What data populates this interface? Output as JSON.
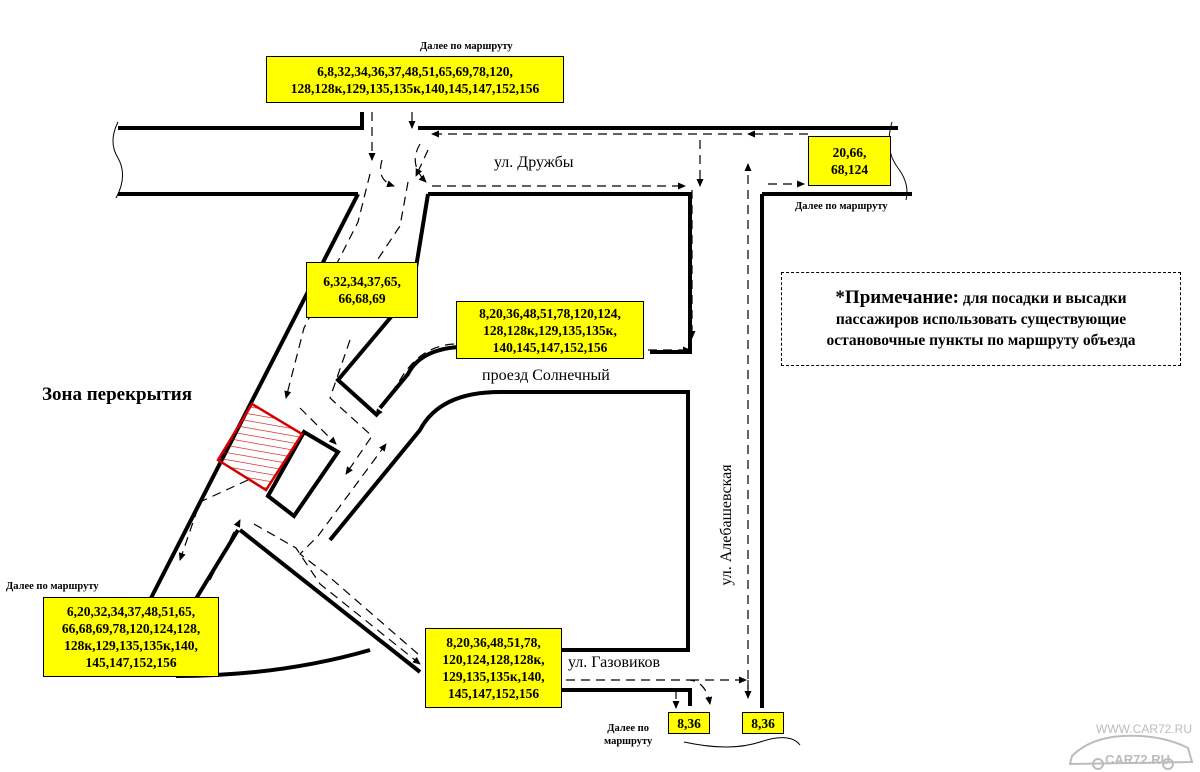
{
  "labels": {
    "further_top": "Далее по маршруту",
    "further_right": "Далее по маршруту",
    "further_left": "Далее по маршруту",
    "further_bottom": "Далее по\nмаршруту"
  },
  "route_boxes": {
    "top": "6,8,32,34,36,37,48,51,65,69,78,120,\n128,128к,129,135,135к,140,145,147,152,156",
    "right": "20,66,\n68,124",
    "upper_left": "6,32,34,37,65,\n66,68,69",
    "center": "8,20,36,48,51,78,120,124,\n128,128к,129,135,135к,\n140,145,147,152,156",
    "left": "6,20,32,34,37,48,51,65,\n66,68,69,78,120,124,128,\n128к,129,135,135к,140,\n145,147,152,156",
    "bottom": "8,20,36,48,51,78,\n120,124,128,128к,\n129,135,135к,140,\n145,147,152,156",
    "bottom_small_1": "8,36",
    "bottom_small_2": "8,36"
  },
  "streets": {
    "druzhby": "ул. Дружбы",
    "solnechny": "проезд Солнечный",
    "gazovikov": "ул. Газовиков",
    "alebashevskaya": "ул. Алебашевская"
  },
  "zone_label": "Зона перекрытия",
  "note": {
    "star": "*",
    "title": "Примечание:",
    "line1": " для посадки и высадки",
    "line2": "пассажиров использовать существующие",
    "line3": "остановочные пункты по маршруту объезда"
  },
  "watermark": {
    "url": "WWW.CAR72.RU",
    "logo_text": "CAR72.RU"
  },
  "colors": {
    "route_box": "#ffff00",
    "closure_zone": "#d40000",
    "road": "#000000",
    "watermark": "#bcbcbc"
  }
}
